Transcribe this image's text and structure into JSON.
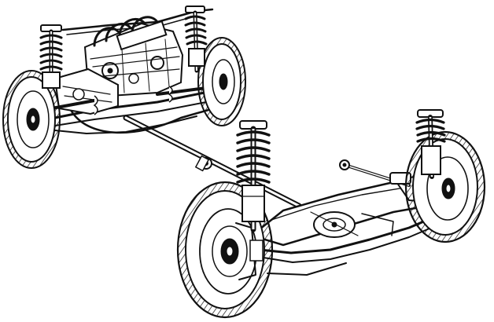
{
  "illustration": {
    "style": "black-and-white line drawing",
    "ink_color": "#111111",
    "background_color": "#ffffff",
    "components": [
      "front-left-wheel",
      "front-right-wheel",
      "rear-left-wheel",
      "rear-right-wheel",
      "front-left-coil-spring",
      "front-right-coil-spring",
      "rear-left-coil-spring",
      "rear-right-coil-spring",
      "engine",
      "transmission",
      "drive-shaft",
      "rear-axle-subframe",
      "rear-trailing-arm"
    ]
  }
}
